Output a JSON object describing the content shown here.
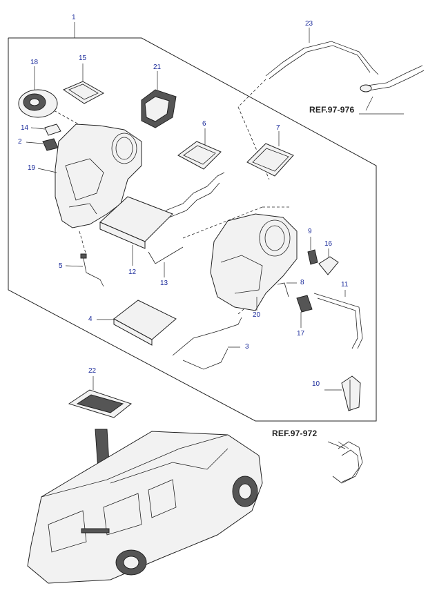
{
  "callouts": {
    "c1": "1",
    "c2": "2",
    "c3": "3",
    "c4": "4",
    "c5": "5",
    "c6": "6",
    "c7": "7",
    "c8": "8",
    "c9": "9",
    "c10": "10",
    "c11": "11",
    "c12": "12",
    "c13": "13",
    "c14": "14",
    "c15": "15",
    "c16": "16",
    "c17": "17",
    "c18": "18",
    "c19": "19",
    "c20": "20",
    "c21": "21",
    "c22": "22",
    "c23": "23"
  },
  "references": {
    "ref_976": "REF.97-976",
    "ref_972": "REF.97-972"
  },
  "colors": {
    "callout_text": "#1a2a9a",
    "line": "#222222",
    "background": "#ffffff"
  }
}
